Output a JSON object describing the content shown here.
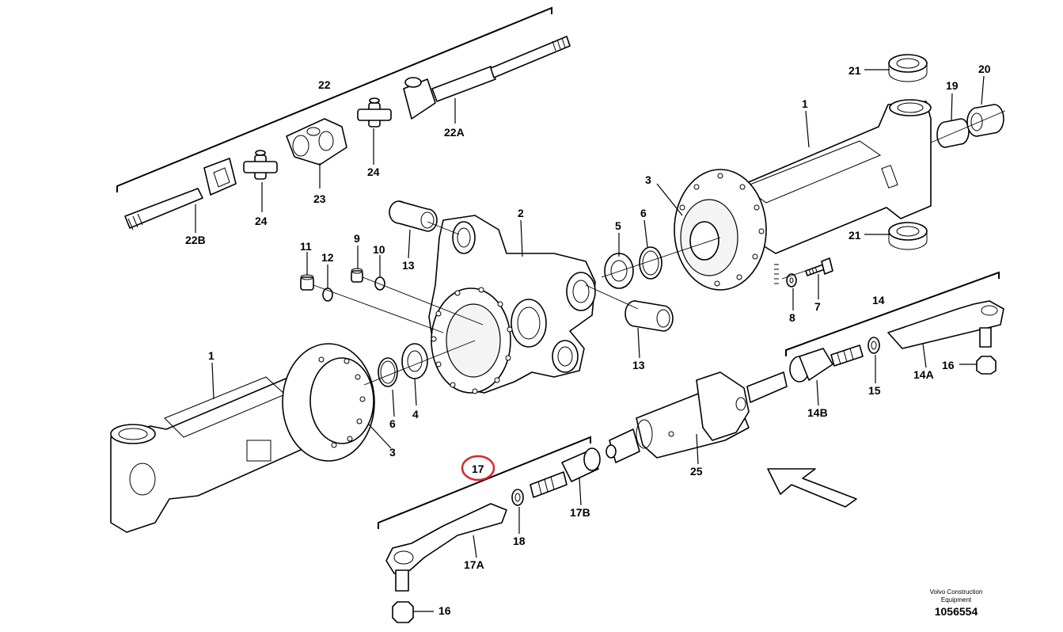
{
  "callouts": {
    "c22": "22",
    "c22a": "22A",
    "c22b": "22B",
    "c23": "23",
    "c24a": "24",
    "c24b": "24",
    "c21a": "21",
    "c21b": "21",
    "c20": "20",
    "c19": "19",
    "c1a": "1",
    "c1b": "1",
    "c2": "2",
    "c3a": "3",
    "c3b": "3",
    "c4": "4",
    "c5": "5",
    "c6a": "6",
    "c6b": "6",
    "c7": "7",
    "c8": "8",
    "c9": "9",
    "c10": "10",
    "c11": "11",
    "c12": "12",
    "c13a": "13",
    "c13b": "13",
    "c14": "14",
    "c14a": "14A",
    "c14b": "14B",
    "c15": "15",
    "c16a": "16",
    "c16b": "16",
    "c17": "17",
    "c17a": "17A",
    "c17b": "17B",
    "c18": "18",
    "c25": "25"
  },
  "highlight": {
    "callout": "17",
    "color": "#d9272e"
  },
  "footer": {
    "company_line1": "Volvo Construction",
    "company_line2": "Equipment",
    "drawing_number": "1056554"
  },
  "icons": {
    "direction_arrow": "arrow-up-left-icon"
  }
}
